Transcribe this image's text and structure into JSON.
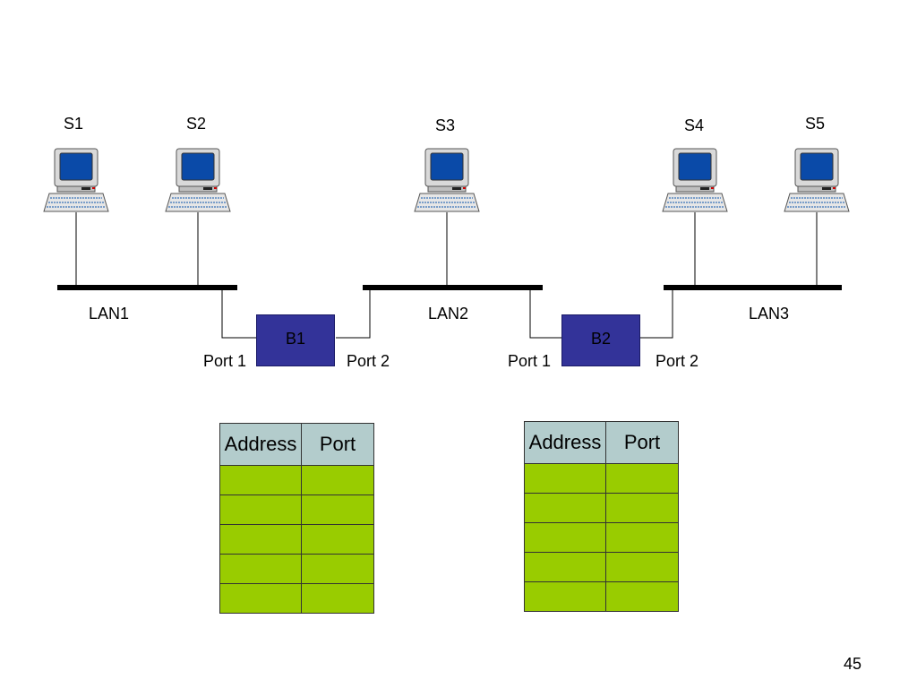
{
  "stations": [
    {
      "label": "S1"
    },
    {
      "label": "S2"
    },
    {
      "label": "S3"
    },
    {
      "label": "S4"
    },
    {
      "label": "S5"
    }
  ],
  "lans": [
    {
      "label": "LAN1"
    },
    {
      "label": "LAN2"
    },
    {
      "label": "LAN3"
    }
  ],
  "bridges": [
    {
      "label": "B1",
      "port1_label": "Port 1",
      "port2_label": "Port 2"
    },
    {
      "label": "B2",
      "port1_label": "Port 1",
      "port2_label": "Port 2"
    }
  ],
  "tables": [
    {
      "headers": [
        "Address",
        "Port"
      ],
      "rows": [
        [
          "",
          ""
        ],
        [
          "",
          ""
        ],
        [
          "",
          ""
        ],
        [
          "",
          ""
        ],
        [
          "",
          ""
        ]
      ]
    },
    {
      "headers": [
        "Address",
        "Port"
      ],
      "rows": [
        [
          "",
          ""
        ],
        [
          "",
          ""
        ],
        [
          "",
          ""
        ],
        [
          "",
          ""
        ],
        [
          "",
          ""
        ]
      ]
    }
  ],
  "colors": {
    "bridge_fill": "#333399",
    "table_header": "#b3cccc",
    "table_cell": "#99cc00",
    "monitor_screen": "#0a4aa8"
  },
  "page_number": "45"
}
